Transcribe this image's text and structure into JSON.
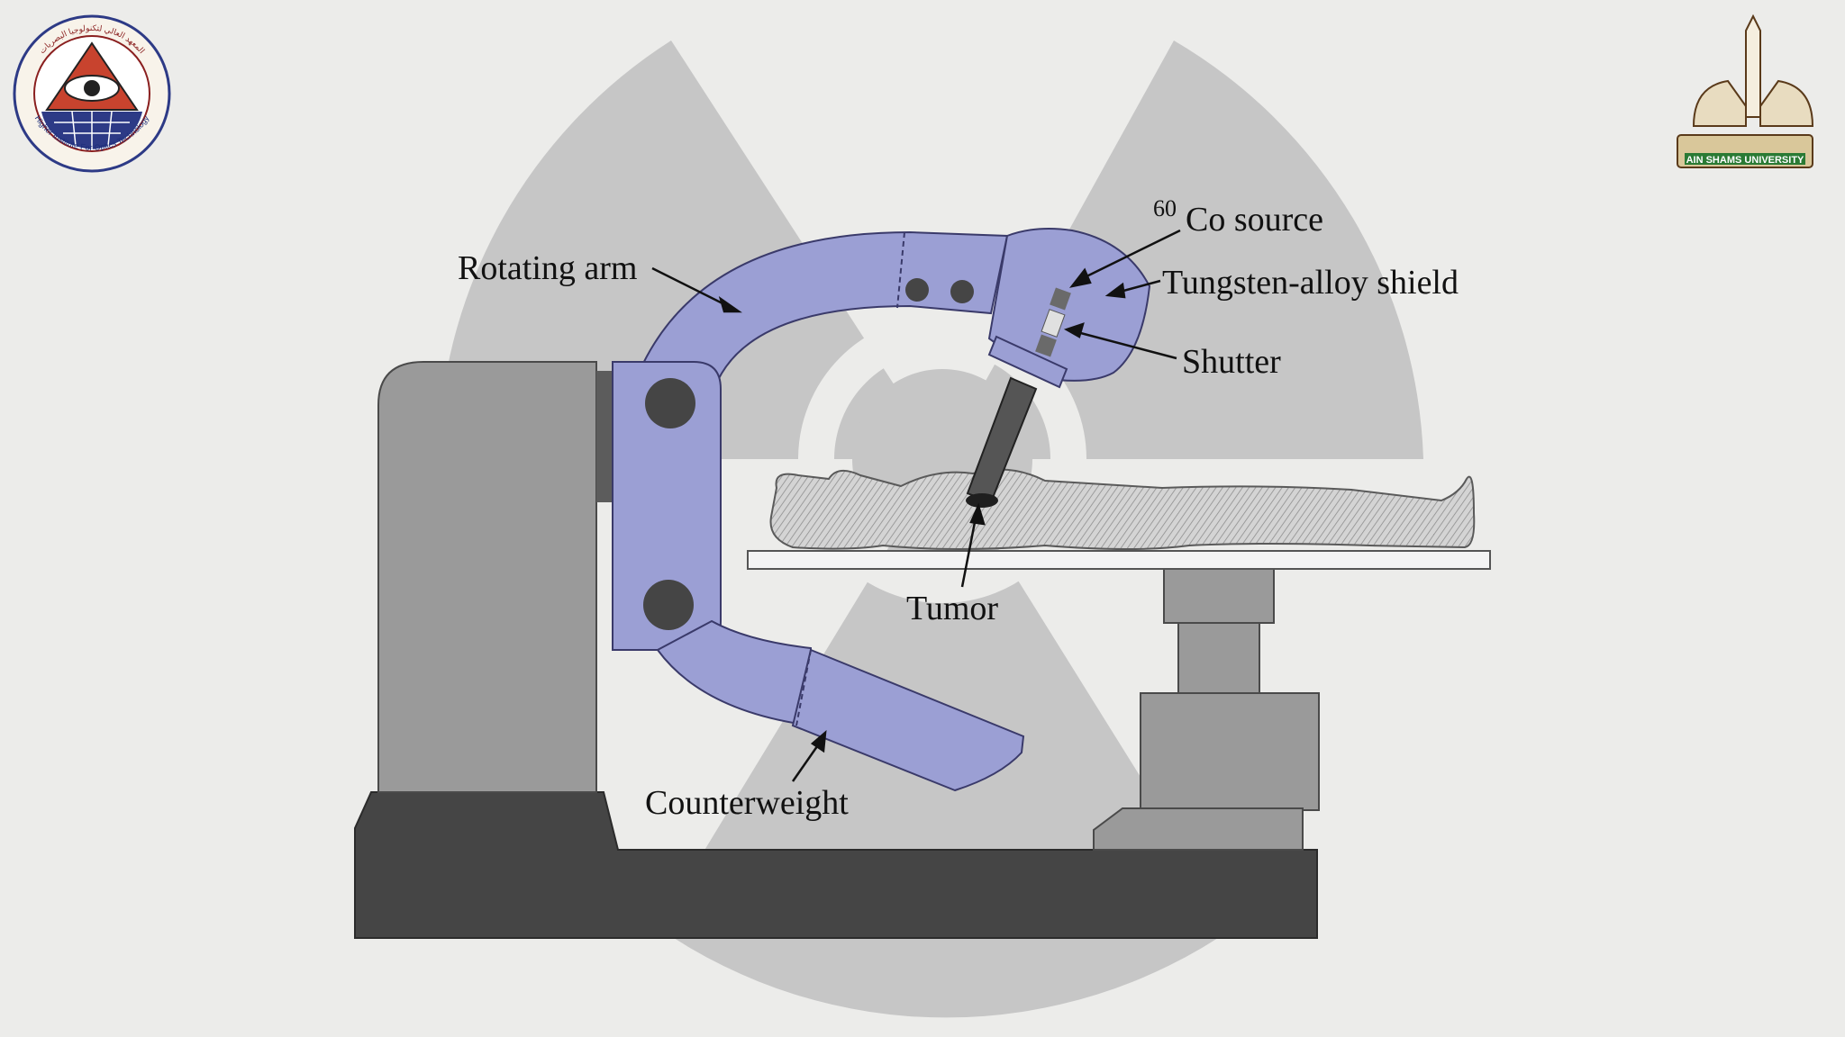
{
  "logos": {
    "left": {
      "name": "Higher Institute For Optics Technology",
      "ring_text_en": "Higher Institute For Optics Technology",
      "ring_text_ar": "المعهد العالي لتكنولوجيا البصريات"
    },
    "right": {
      "name": "AIN SHAMS UNIVERSITY",
      "banner_text": "AIN SHAMS UNIVERSITY"
    }
  },
  "diagram": {
    "labels": {
      "rotating_arm": "Rotating arm",
      "source_superscript": "60",
      "source": "Co source",
      "shield": "Tungsten-alloy shield",
      "shutter": "Shutter",
      "tumor": "Tumor",
      "counterweight": "Counterweight"
    },
    "colors": {
      "arm": "#9b9fd4",
      "machine_body": "#9a9a9a",
      "base": "#454545",
      "background_symbol": "#c4c4c4",
      "background": "#ececea"
    }
  }
}
